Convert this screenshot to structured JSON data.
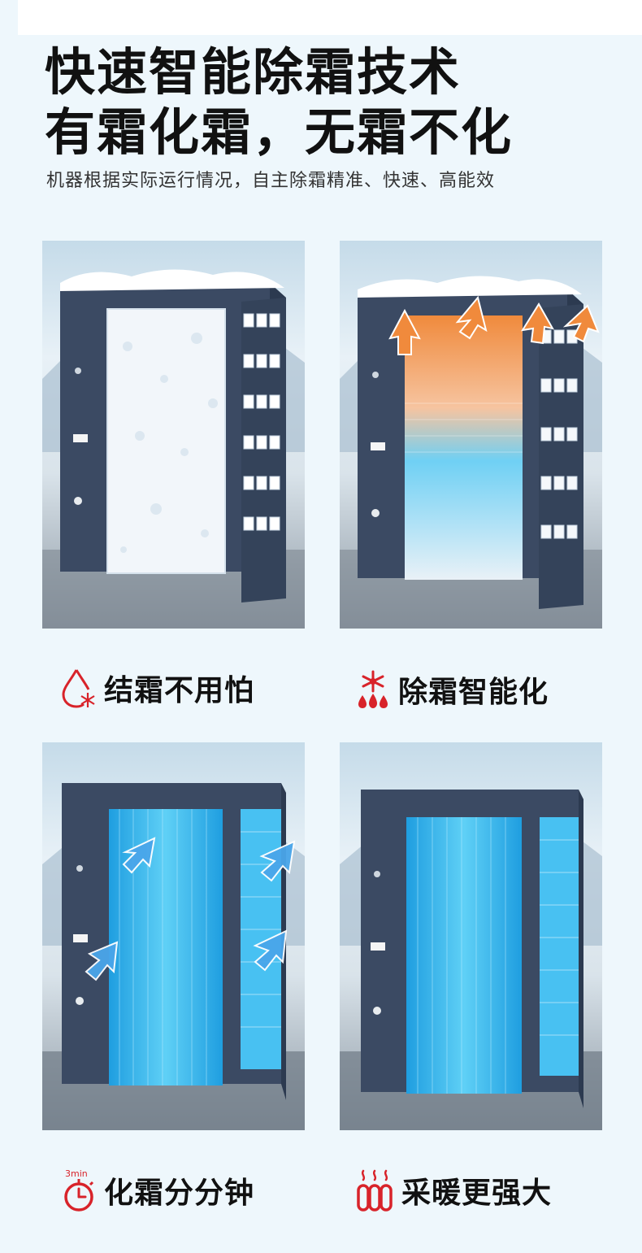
{
  "hero": {
    "title_line1": "快速智能除霜技术",
    "title_line2": "有霜化霜，无霜不化",
    "subtitle": "机器根据实际运行情况，自主除霜精准、快速、高能效"
  },
  "features": [
    {
      "label": "结霜不用怕",
      "icon": "drop-snowflake-icon"
    },
    {
      "label": "除霜智能化",
      "icon": "snowflake-drops-icon"
    },
    {
      "label": "化霜分分钟",
      "icon": "stopwatch-icon",
      "badge": "3min"
    },
    {
      "label": "采暖更强大",
      "icon": "radiator-heat-icon"
    }
  ],
  "colors": {
    "accent_red": "#d8232a",
    "unit_body": "#3b4a63",
    "coil_blue": "#3ab4ee",
    "heat_orange": "#f08a3c",
    "airflow_blue": "#4aa6ea"
  }
}
